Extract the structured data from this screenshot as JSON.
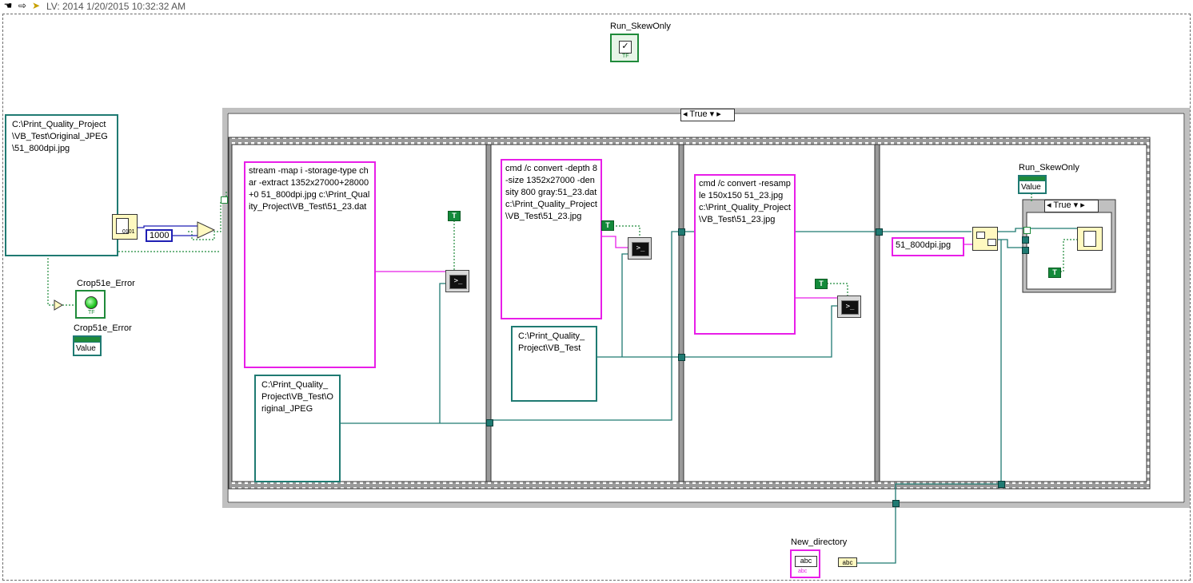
{
  "window": {
    "title": "LV: 2014 1/20/2015 10:32:32 AM"
  },
  "toolbar": {
    "icons": [
      "hand-icon",
      "arrow-right-icon",
      "run-arrow-icon"
    ]
  },
  "terminals": {
    "run_skew_top": {
      "label": "Run_SkewOnly"
    },
    "crop_error": {
      "label": "Crop51e_Error"
    },
    "crop_error_node": {
      "label": "Crop51e_Error",
      "value_label": "Value"
    },
    "run_skew_node": {
      "label": "Run_SkewOnly",
      "value_label": "Value"
    },
    "new_directory": {
      "label": "New_directory",
      "control_text": "abc"
    }
  },
  "constants": {
    "path_original_jpg": "C:\\Print_Quality_Project\\VB_Test\\Original_JPEG\\51_800dpi.jpg",
    "number_1000": "1000",
    "frame1_cmd": "stream -map i -storage-type char -extract 1352x27000+28000+0 51_800dpi.jpg c:\\Print_Quality_Project\\VB_Test\\51_23.dat",
    "frame1_path": "C:\\Print_Quality_Project\\VB_Test\\Original_JPEG",
    "frame2_cmd": "cmd /c convert -depth 8 -size 1352x27000 -density 800 gray:51_23.dat c:\\Print_Quality_Project\\VB_Test\\51_23.jpg",
    "frame2_path": "C:\\Print_Quality_Project\\VB_Test",
    "frame3_cmd": "cmd /c convert -resample 150x150 51_23.jpg c:\\Print_Quality_Project\\VB_Test\\51_23.jpg",
    "frame4_filename": "51_800dpi.jpg",
    "bool_true": "T"
  },
  "case_structures": {
    "outer": {
      "selector": "True"
    },
    "inner": {
      "selector": "True"
    }
  },
  "colors": {
    "string_wire": "#e81ee8",
    "path_wire": "#1f7a72",
    "bool_wire": "#1f8a3a",
    "numeric_wire": "#1f1fb4"
  }
}
